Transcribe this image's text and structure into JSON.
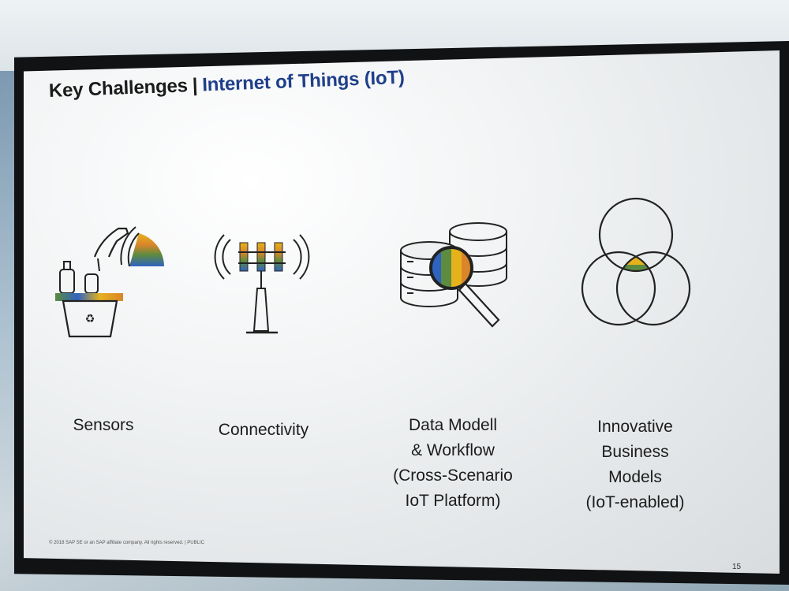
{
  "slide": {
    "title": "Key Challenges",
    "separator": "|",
    "subtitle": "Internet of Things (IoT)",
    "page_number": "15",
    "footer": "© 2018 SAP SE or an SAP affiliate company. All rights reserved.  |  PUBLIC"
  },
  "items": [
    {
      "icon": "sensor-recycling-icon",
      "lines": [
        "Sensors"
      ]
    },
    {
      "icon": "antenna-tower-icon",
      "lines": [
        "Connectivity"
      ]
    },
    {
      "icon": "database-magnifier-icon",
      "lines": [
        "Data Modell",
        "& Workflow",
        "(Cross-Scenario",
        "IoT Platform)"
      ]
    },
    {
      "icon": "venn-circles-icon",
      "lines": [
        "Innovative",
        "Business",
        "Models",
        "(IoT-enabled)"
      ]
    }
  ],
  "colors": {
    "title_text": "#1b1b1b",
    "subtitle_text": "#1f3f8a",
    "stripe_yellow": "#e6b21c",
    "stripe_orange": "#d9852a",
    "stripe_green": "#5d8b3f",
    "stripe_blue": "#2f63c0"
  }
}
